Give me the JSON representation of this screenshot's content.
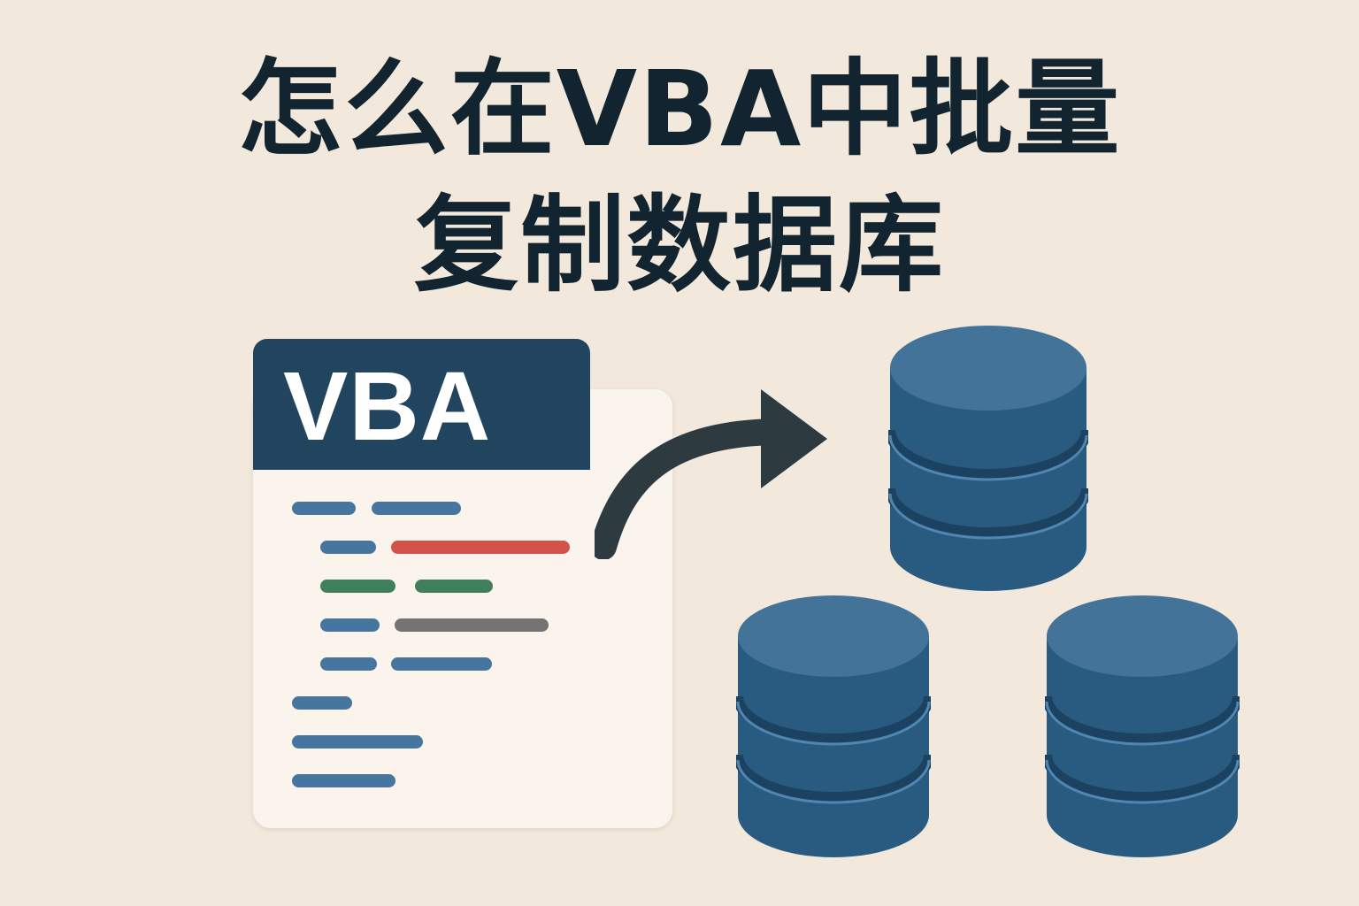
{
  "title": {
    "line1": "怎么在VBA中批量",
    "line2": "复制数据库"
  },
  "document": {
    "header_label": "VBA"
  },
  "colors": {
    "background": "#f2e8dc",
    "title_text": "#12242f",
    "doc_header": "#22455f",
    "doc_body": "#faf4ec",
    "code_blue": "#4676a0",
    "code_red": "#d3524a",
    "code_green": "#3f7f5b",
    "code_gray": "#737373",
    "arrow": "#2d3b40",
    "db_top": "#44739a",
    "db_side": "#295a80",
    "db_groove": "#1c4262",
    "db_highlight": "#5087b2"
  },
  "icons": {
    "arrow": "curved-arrow-right-icon",
    "database": "database-cylinder-icon"
  }
}
